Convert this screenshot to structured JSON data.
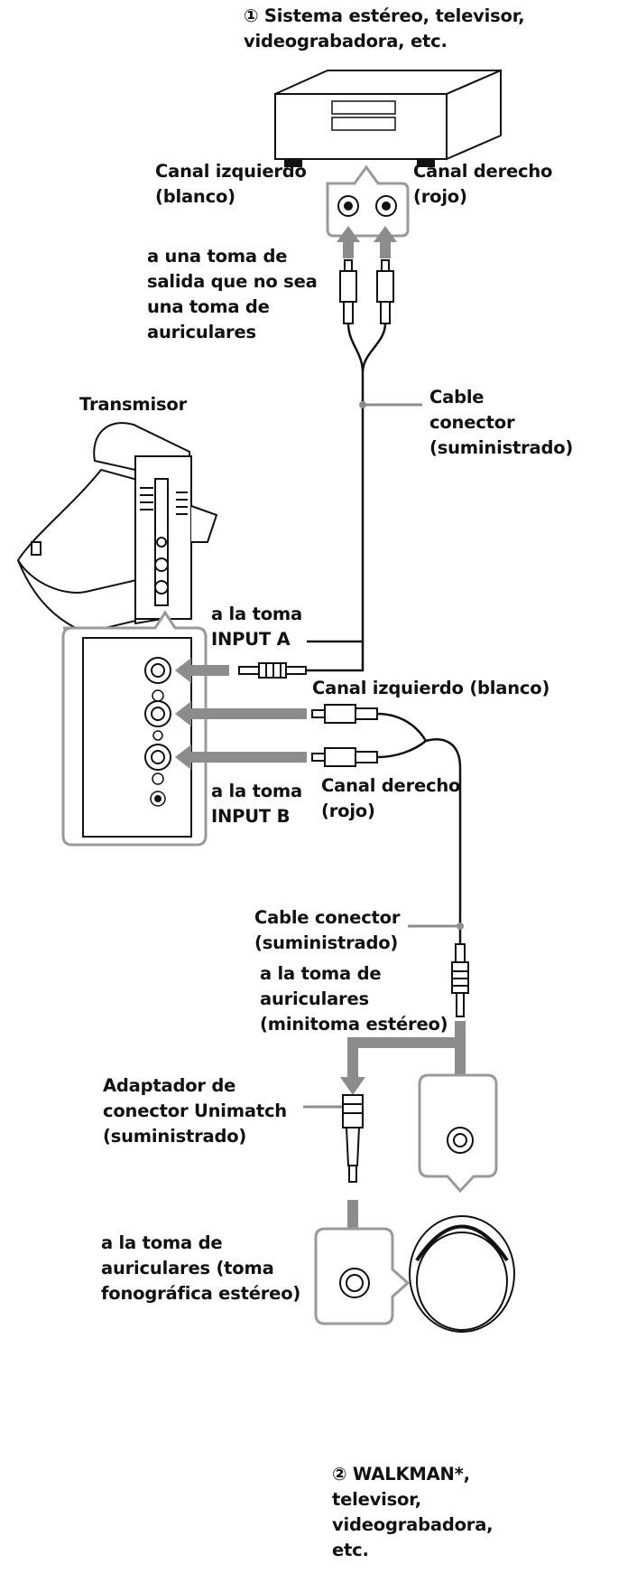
{
  "labels": {
    "source1": [
      "① Sistema estéreo, televisor,",
      "videograbadora, etc."
    ],
    "left_channel_top": [
      "Canal izquierdo",
      "(blanco)"
    ],
    "right_channel_top": [
      "Canal derecho",
      "(rojo)"
    ],
    "output_jack_note": [
      "a una toma de",
      "salida que no sea",
      "una toma de",
      "auriculares"
    ],
    "transmitter": "Transmisor",
    "cable_top": [
      "Cable",
      "conector",
      "(suministrado)"
    ],
    "input_a": [
      "a la toma",
      "INPUT A"
    ],
    "left_channel_mid": "Canal izquierdo (blanco)",
    "right_channel_mid": [
      "Canal derecho",
      "(rojo)"
    ],
    "input_b": [
      "a la toma",
      "INPUT B"
    ],
    "cable_bottom": [
      "Cable conector",
      "(suministrado)"
    ],
    "headphone_mini": [
      "a la toma de",
      "auriculares",
      "(minitoma estéreo)"
    ],
    "adaptor": [
      "Adaptador de",
      "conector Unimatch",
      "(suministrado)"
    ],
    "headphone_phone": [
      "a la toma de",
      "auriculares (toma",
      "fonográfica estéreo)"
    ],
    "source2": [
      "② WALKMAN*,",
      "televisor,",
      "videograbadora,",
      "etc."
    ]
  },
  "colors": {
    "line": "#111111",
    "arrow": "#8c8c8c",
    "callout_border": "#9a9a9a",
    "device_fill": "#f4f4f4"
  }
}
